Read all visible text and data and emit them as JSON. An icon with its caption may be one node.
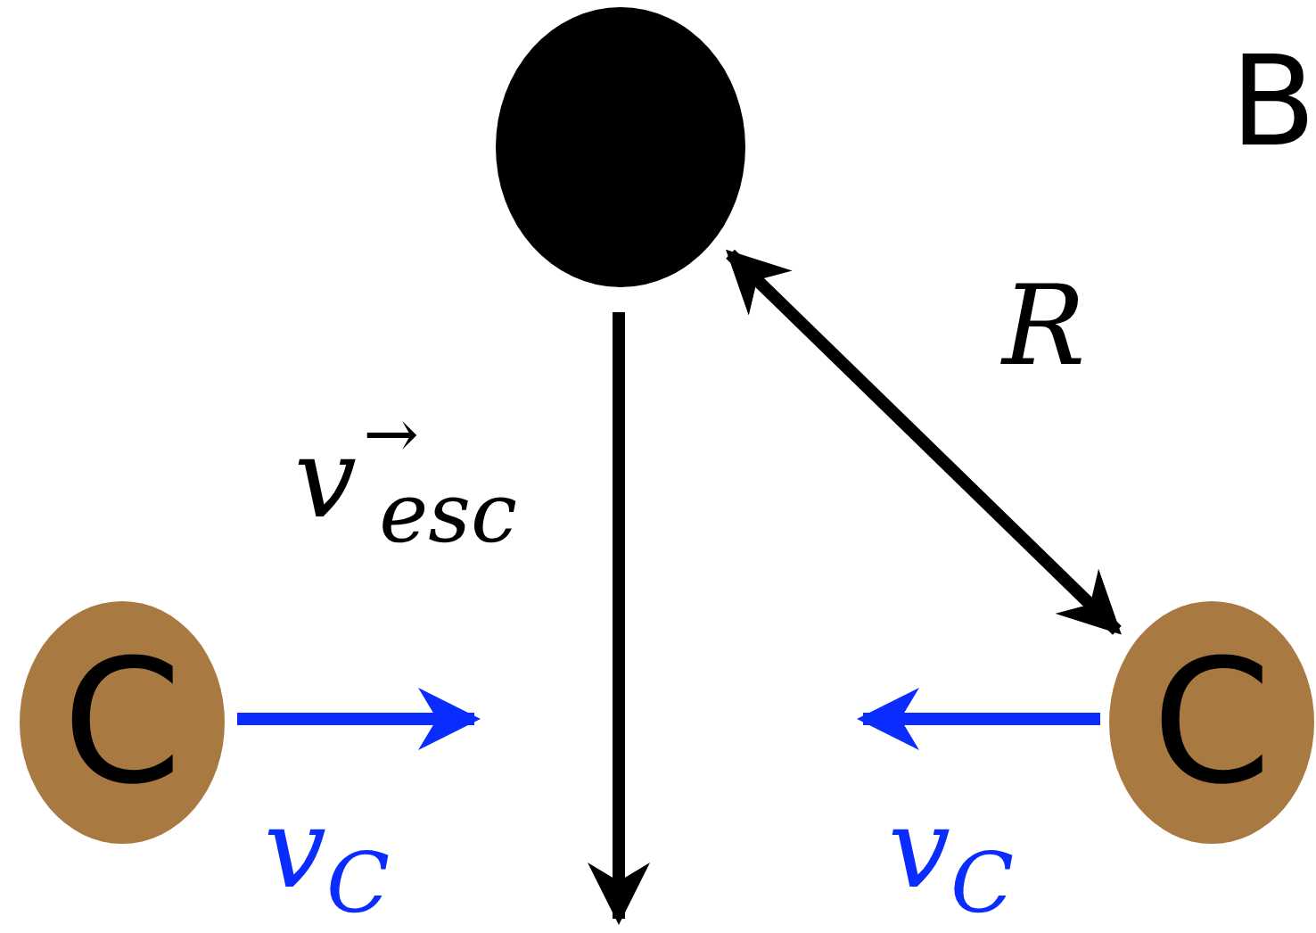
{
  "diagram": {
    "nodes": [
      {
        "text": [],
        "shape": "circle"
      },
      {
        "text": [
          "C"
        ]
      },
      {
        "text": [
          "C"
        ]
      }
    ],
    "edges": [
      {
        "from": 0,
        "to": 2,
        "arrow": "both",
        "label": "R"
      }
    ],
    "labels": [
      "B",
      "v$^{→}$$_{esc}$",
      "v$_{C}$",
      "v$_{C}$"
    ]
  }
}
